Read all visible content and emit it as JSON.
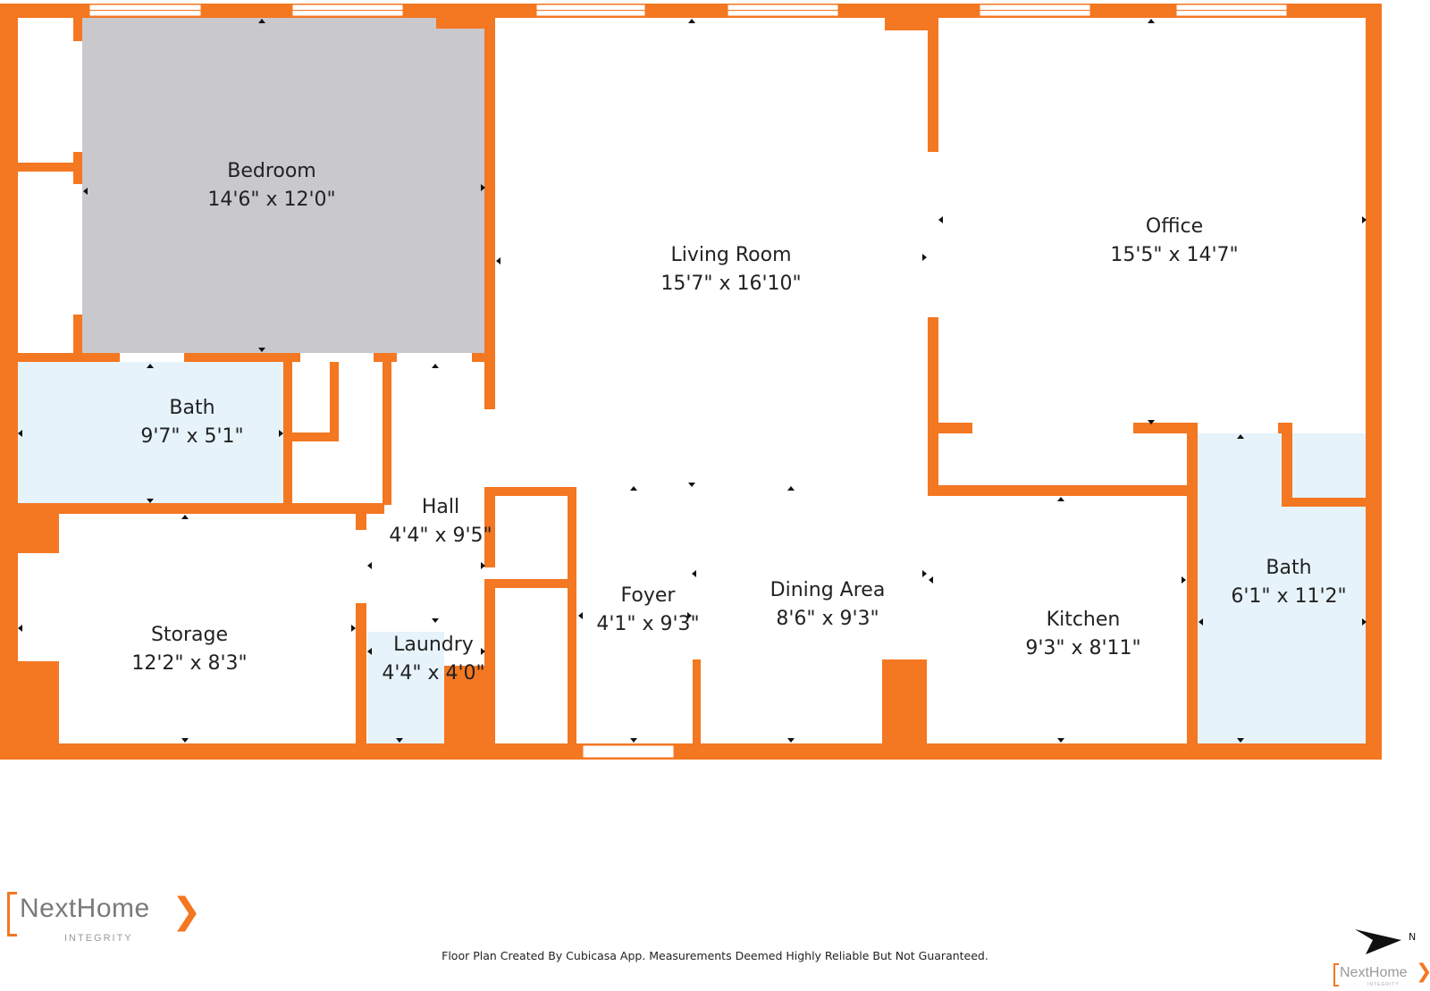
{
  "colors": {
    "wall": "#f47721",
    "bedroom_fill": "#c9c8cc",
    "bath_fill": "#e6f3fb",
    "floor": "#ffffff",
    "text": "#222222",
    "logo_grey": "#7a7a7a"
  },
  "rooms": {
    "bedroom": {
      "name": "Bedroom",
      "dims": "14'6\" x 12'0\""
    },
    "living_room": {
      "name": "Living Room",
      "dims": "15'7\" x 16'10\""
    },
    "office": {
      "name": "Office",
      "dims": "15'5\" x 14'7\""
    },
    "bath_left": {
      "name": "Bath",
      "dims": "9'7\" x 5'1\""
    },
    "hall": {
      "name": "Hall",
      "dims": "4'4\" x 9'5\""
    },
    "storage": {
      "name": "Storage",
      "dims": "12'2\" x 8'3\""
    },
    "laundry": {
      "name": "Laundry",
      "dims": "4'4\" x 4'0\""
    },
    "foyer": {
      "name": "Foyer",
      "dims": "4'1\" x 9'3\""
    },
    "dining_area": {
      "name": "Dining Area",
      "dims": "8'6\" x 9'3\""
    },
    "kitchen": {
      "name": "Kitchen",
      "dims": "9'3\" x 8'11\""
    },
    "bath_right": {
      "name": "Bath",
      "dims": "6'1\" x 11'2\""
    }
  },
  "branding": {
    "logo_name": "NextHome",
    "logo_sub": "INTEGRITY",
    "small_logo_name": "NextHome",
    "small_logo_sub": "INTEGRITY"
  },
  "footer": {
    "disclaimer": "Floor Plan Created By Cubicasa App. Measurements Deemed Highly Reliable But Not Guaranteed."
  },
  "compass": {
    "label": "N",
    "icon": "north-arrow-icon"
  }
}
